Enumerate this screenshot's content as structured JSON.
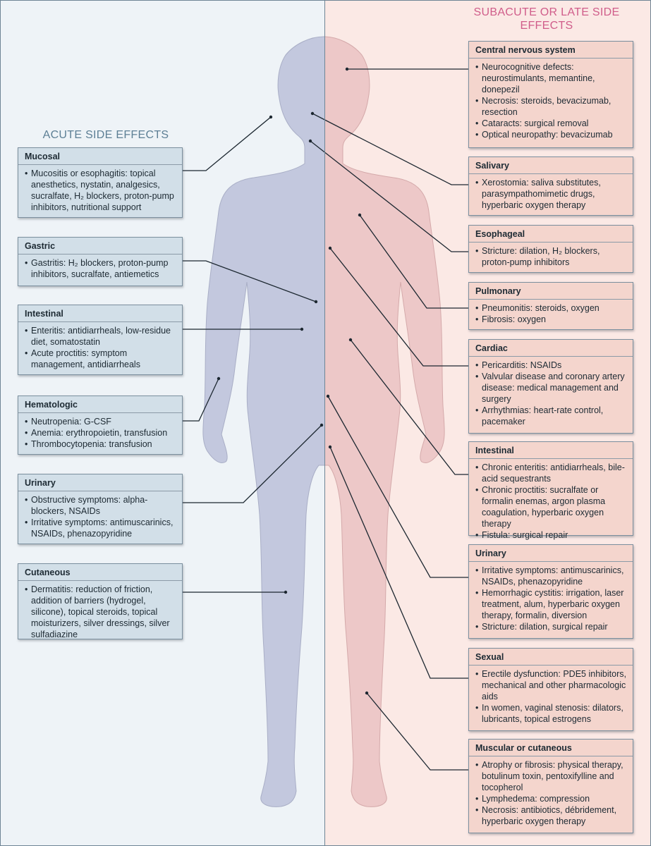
{
  "acute": {
    "heading": "ACUTE SIDE EFFECTS",
    "boxes": [
      {
        "title": "Mucosal",
        "items": [
          "Mucositis or esophagitis: topical anesthetics, nystatin, analgesics, sucralfate, H₂ blockers, proton-pump inhibitors, nutritional support"
        ]
      },
      {
        "title": "Gastric",
        "items": [
          "Gastritis: H₂ blockers, proton-pump inhibitors, sucralfate, antiemetics"
        ]
      },
      {
        "title": "Intestinal",
        "items": [
          "Enteritis: antidiarrheals, low-residue diet, somatostatin",
          "Acute proctitis: symptom management, antidiarrheals"
        ]
      },
      {
        "title": "Hematologic",
        "items": [
          "Neutropenia: G-CSF",
          "Anemia: erythropoietin, transfusion",
          "Thrombocytopenia: transfusion"
        ]
      },
      {
        "title": "Urinary",
        "items": [
          "Obstructive symptoms: alpha-blockers, NSAIDs",
          "Irritative symptoms: antimuscarinics, NSAIDs, phenazopyridine"
        ]
      },
      {
        "title": "Cutaneous",
        "items": [
          "Dermatitis: reduction of friction, addition of barriers (hydrogel, silicone), topical steroids, topical moisturizers, silver dressings, silver sulfadiazine"
        ]
      }
    ]
  },
  "late": {
    "heading": "SUBACUTE OR LATE SIDE EFFECTS",
    "boxes": [
      {
        "title": "Central nervous system",
        "items": [
          "Neurocognitive defects: neurostimulants, memantine, donepezil",
          "Necrosis: steroids, bevacizumab, resection",
          "Cataracts: surgical removal",
          "Optical neuropathy: bevacizumab"
        ]
      },
      {
        "title": "Salivary",
        "items": [
          "Xerostomia: saliva substitutes, parasympathomimetic drugs, hyperbaric oxygen therapy"
        ]
      },
      {
        "title": "Esophageal",
        "items": [
          "Stricture: dilation, H₂ blockers, proton-pump inhibitors"
        ]
      },
      {
        "title": "Pulmonary",
        "items": [
          "Pneumonitis: steroids, oxygen",
          "Fibrosis: oxygen"
        ]
      },
      {
        "title": "Cardiac",
        "items": [
          "Pericarditis: NSAIDs",
          "Valvular disease and coronary artery disease: medical management and surgery",
          "Arrhythmias: heart-rate control, pacemaker"
        ]
      },
      {
        "title": "Intestinal",
        "items": [
          "Chronic enteritis: antidiarrheals, bile-acid sequestrants",
          "Chronic proctitis: sucralfate or formalin enemas, argon plasma coagulation, hyperbaric oxygen therapy",
          "Fistula: surgical repair"
        ]
      },
      {
        "title": "Urinary",
        "items": [
          "Irritative symptoms: antimuscarinics, NSAIDs, phenazopyridine",
          "Hemorrhagic cystitis: irrigation, laser treatment, alum, hyperbaric oxygen therapy, formalin, diversion",
          "Stricture: dilation, surgical repair"
        ]
      },
      {
        "title": "Sexual",
        "items": [
          "Erectile dysfunction: PDE5 inhibitors, mechanical and other pharmacologic aids",
          "In women, vaginal stenosis: dilators, lubricants, topical estrogens"
        ]
      },
      {
        "title": "Muscular or cutaneous",
        "items": [
          "Atrophy or fibrosis: physical therapy, botulinum toxin, pentoxifylline and tocopherol",
          "Lymphedema: compression",
          "Necrosis: antibiotics, débridement, hyperbaric oxygen therapy"
        ]
      }
    ]
  },
  "colors": {
    "acute_panel": "#eef3f7",
    "late_panel": "#fbe9e5",
    "acute_box": "#d2dfe8",
    "late_box": "#f4d5cd",
    "acute_heading": "#5d7f95",
    "late_heading": "#d05d8a",
    "body_acute": "#c3c8de",
    "body_late": "#edc8c8"
  }
}
